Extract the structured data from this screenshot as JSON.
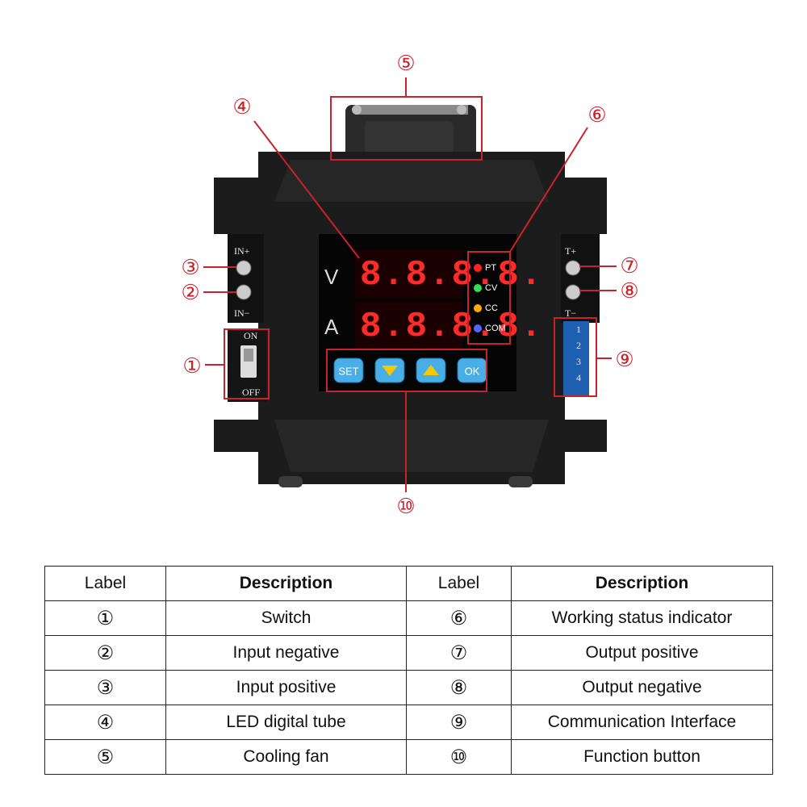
{
  "device": {
    "display": {
      "volt_label": "V",
      "amp_label": "A",
      "volt_readout": "8.8.8.8.",
      "amp_readout": "8.8.8.8."
    },
    "indicators": [
      {
        "label": "PT",
        "color": "#ff2222"
      },
      {
        "label": "CV",
        "color": "#33dd55"
      },
      {
        "label": "CC",
        "color": "#ffaa00"
      },
      {
        "label": "COM",
        "color": "#5566ff"
      }
    ],
    "buttons": [
      {
        "label": "SET",
        "icon": "text"
      },
      {
        "label": "",
        "icon": "down-triangle-icon"
      },
      {
        "label": "",
        "icon": "up-triangle-icon"
      },
      {
        "label": "OK",
        "icon": "text"
      }
    ],
    "terminals": {
      "in_pos": "IN+",
      "in_neg": "IN−",
      "switch_on": "ON",
      "switch_off": "OFF",
      "out_pos": "T+",
      "out_neg": "T−",
      "comm_pins": [
        "1",
        "2",
        "3",
        "4"
      ]
    },
    "colors": {
      "callout": "#c8232c",
      "body": "#1c1c1c",
      "led": "#ff2a2a",
      "button": "#4aaee6"
    }
  },
  "callouts": [
    "⑤",
    "④",
    "⑥",
    "③",
    "②",
    "⑦",
    "⑧",
    "①",
    "⑨",
    "⑩"
  ],
  "table": {
    "headers": [
      "Label",
      "Description",
      "Label",
      "Description"
    ],
    "rows": [
      [
        "①",
        "Switch",
        "⑥",
        "Working status indicator"
      ],
      [
        "②",
        "Input negative",
        "⑦",
        "Output positive"
      ],
      [
        "③",
        "Input positive",
        "⑧",
        "Output negative"
      ],
      [
        "④",
        "LED digital tube",
        "⑨",
        "Communication Interface"
      ],
      [
        "⑤",
        "Cooling fan",
        "⑩",
        "Function button"
      ]
    ]
  }
}
